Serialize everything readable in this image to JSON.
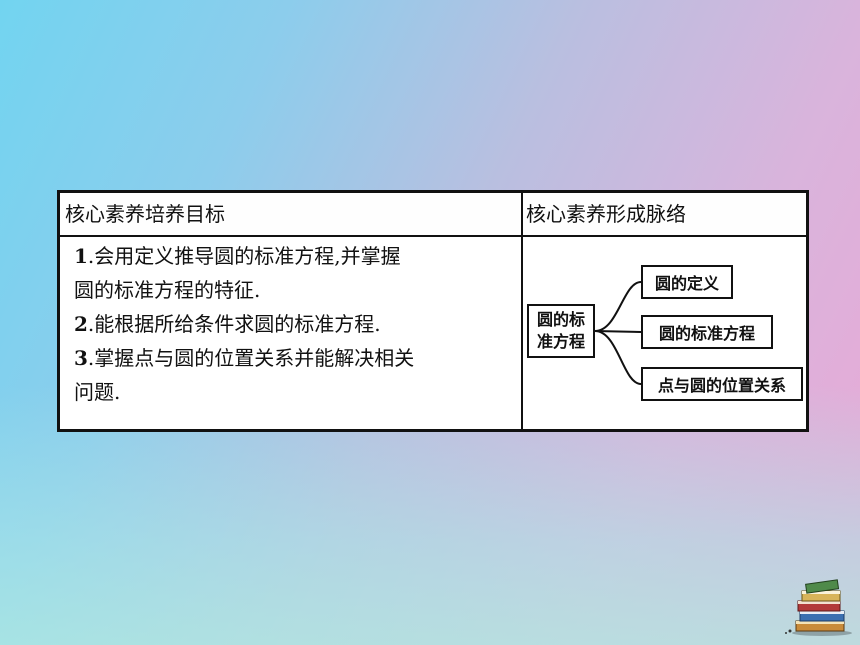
{
  "table": {
    "header_left": "核心素养培养目标",
    "header_right": "核心素养形成脉络",
    "goals": [
      {
        "num": "1",
        "strong": "",
        "line1": ".会用定义推导圆的标准方程,并",
        "line1_tail": "掌握",
        "line2": "圆的标准方程的特征."
      },
      {
        "num": "2",
        "strong": "能",
        "line1": "根据所给条件求圆的标准方程.",
        "line1_tail": "",
        "line2": ""
      },
      {
        "num": "3",
        "strong": "掌握",
        "line1": "点与圆的位置关系并能解决相关",
        "line1_tail": "",
        "line2": "问题."
      }
    ]
  },
  "diagram": {
    "root": "圆的标准方程",
    "root_line1": "圆的标",
    "root_line2": "准方程",
    "children": [
      "圆的定义",
      "圆的标准方程",
      "点与圆的位置关系"
    ]
  },
  "decoration": {
    "books_icon": "book-stack-icon"
  },
  "colors": {
    "bg_left": "#72d4f0",
    "bg_right": "#eaa8d6",
    "border": "#111111"
  }
}
